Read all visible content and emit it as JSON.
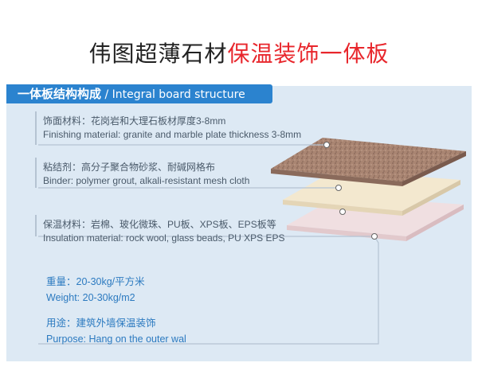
{
  "title": {
    "part1": "伟图超薄石材",
    "part2": "保温装饰一体板"
  },
  "header_tag": {
    "cn": "一体板结构构成",
    "en": "/ Integral board structure"
  },
  "layers": [
    {
      "cn": "饰面材料：花岗岩和大理石板材厚度3-8mm",
      "en": "Finishing material: granite and marble plate thickness 3-8mm"
    },
    {
      "cn": "粘结剂：高分子聚合物砂浆、耐碱网格布",
      "en": "Binder: polymer grout, alkali-resistant mesh cloth"
    },
    {
      "cn": "保温材料：岩棉、玻化微珠、PU板、XPS板、EPS板等",
      "en": "Insulation material: rock wool, glass beads, PU XPS EPS"
    }
  ],
  "specs": {
    "weight_cn": "重量：20-30kg/平方米",
    "weight_en": "Weight: 20-30kg/m2",
    "purpose_cn": "用途：建筑外墙保温装饰",
    "purpose_en": "Purpose: Hang on the outer wal"
  },
  "colors": {
    "accent_red": "#e8262c",
    "tag_blue": "#2b83cf",
    "panel_bg": "#dde9f4",
    "stone": "#a98572",
    "binder": "#f3e8cf",
    "insulation": "#f0dfe1"
  }
}
